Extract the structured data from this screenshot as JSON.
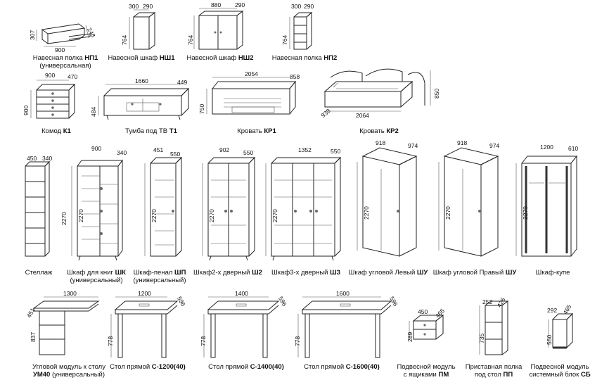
{
  "items": [
    {
      "name_pre": "Навесная полка ",
      "code": "НП1",
      "name_post": "",
      "line2": "(универсальная)",
      "dims": [
        "307",
        "900",
        "248"
      ]
    },
    {
      "name_pre": "Навесной шкаф ",
      "code": "НШ1",
      "name_post": "",
      "line2": "",
      "dims": [
        "300",
        "290",
        "764"
      ]
    },
    {
      "name_pre": "Навесной шкаф ",
      "code": "НШ2",
      "name_post": "",
      "line2": "",
      "dims": [
        "880",
        "290",
        "764"
      ]
    },
    {
      "name_pre": "Навесная полка ",
      "code": "НП2",
      "name_post": "",
      "line2": "",
      "dims": [
        "300",
        "290",
        "764"
      ]
    },
    {
      "name_pre": "Комод ",
      "code": "К1",
      "name_post": "",
      "line2": "",
      "dims": [
        "900",
        "470",
        "900"
      ]
    },
    {
      "name_pre": "Тумба под ТВ ",
      "code": "Т1",
      "name_post": "",
      "line2": "",
      "dims": [
        "1660",
        "449",
        "484"
      ]
    },
    {
      "name_pre": "Кровать ",
      "code": "КР1",
      "name_post": "",
      "line2": "",
      "dims": [
        "2054",
        "858",
        "750"
      ]
    },
    {
      "name_pre": "Кровать ",
      "code": "КР2",
      "name_post": "",
      "line2": "",
      "dims": [
        "2064",
        "938",
        "850"
      ]
    },
    {
      "name_pre": "Стеллаж",
      "code": "",
      "name_post": "",
      "line2": "",
      "dims": [
        "450",
        "340",
        "2270"
      ]
    },
    {
      "name_pre": "Шкаф для книг ",
      "code": "ШК",
      "name_post": "",
      "line2": "(универсальный)",
      "dims": [
        "900",
        "340",
        "2270"
      ]
    },
    {
      "name_pre": "Шкаф-пенал ",
      "code": "ШП",
      "name_post": "",
      "line2": "(универсальный)",
      "dims": [
        "451",
        "550",
        "2270"
      ]
    },
    {
      "name_pre": "Шкаф2-х дверный ",
      "code": "Ш2",
      "name_post": "",
      "line2": "",
      "dims": [
        "902",
        "550",
        "2270"
      ]
    },
    {
      "name_pre": "Шкаф3-х дверный ",
      "code": "Ш3",
      "name_post": "",
      "line2": "",
      "dims": [
        "1352",
        "550",
        "2270"
      ]
    },
    {
      "name_pre": "Шкаф угловой Левый ",
      "code": "ШУ",
      "name_post": "",
      "line2": "",
      "dims": [
        "918",
        "974",
        "2270"
      ]
    },
    {
      "name_pre": "Шкаф угловой Правый ",
      "code": "ШУ",
      "name_post": "",
      "line2": "",
      "dims": [
        "918",
        "974",
        "2270"
      ]
    },
    {
      "name_pre": "Шкаф-купе",
      "code": "",
      "name_post": "",
      "line2": "",
      "dims": [
        "1200",
        "610",
        "2270"
      ]
    },
    {
      "name_pre": "Угловой модуль к столу",
      "code": "",
      "name_post": "",
      "line2b_code": "УМ40",
      "line2": " (универсальный)",
      "dims": [
        "1300",
        "451",
        "837"
      ]
    },
    {
      "name_pre": "Стол прямой ",
      "code": "С-1200(40)",
      "name_post": "",
      "line2": "",
      "dims": [
        "1200",
        "596",
        "778"
      ]
    },
    {
      "name_pre": "Стол прямой ",
      "code": "С-1400(40)",
      "name_post": "",
      "line2": "",
      "dims": [
        "1400",
        "596",
        "778"
      ]
    },
    {
      "name_pre": "Стол прямой ",
      "code": "С-1600(40)",
      "name_post": "",
      "line2": "",
      "dims": [
        "1600",
        "596",
        "778"
      ]
    },
    {
      "name_pre": "Подвесной модуль",
      "code": "",
      "name_post": "",
      "line2_pre": "с ящиками ",
      "line2_code": "ПМ",
      "dims": [
        "450",
        "465",
        "289"
      ]
    },
    {
      "name_pre": "Приставная полка",
      "code": "",
      "name_post": "",
      "line2_pre": "под стол ",
      "line2_code": "ПП",
      "dims": [
        "252",
        "426",
        "735"
      ]
    },
    {
      "name_pre": "Подвесной модуль",
      "code": "",
      "name_post": "",
      "line2_pre": "системный блок ",
      "line2_code": "СБ",
      "dims": [
        "292",
        "465",
        "550"
      ]
    }
  ]
}
